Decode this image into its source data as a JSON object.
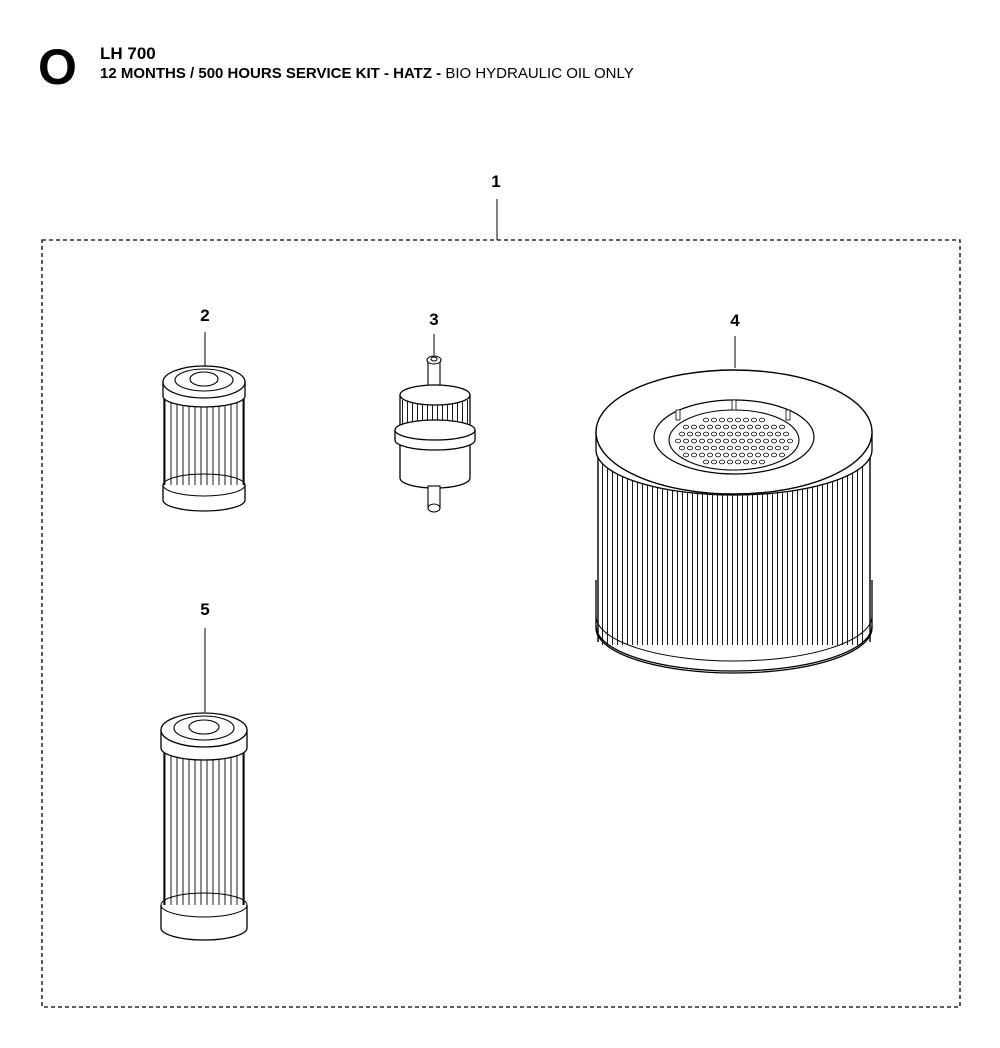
{
  "header": {
    "section_letter": "O",
    "model": "LH 700",
    "subtitle_bold": "12 MONTHS / 500 HOURS SERVICE KIT - HATZ -",
    "subtitle_regular": " BIO HYDRAULIC OIL ONLY"
  },
  "callouts": {
    "kit": "1",
    "filter_small": "2",
    "inline_filter": "3",
    "air_filter": "4",
    "filter_long": "5"
  }
}
